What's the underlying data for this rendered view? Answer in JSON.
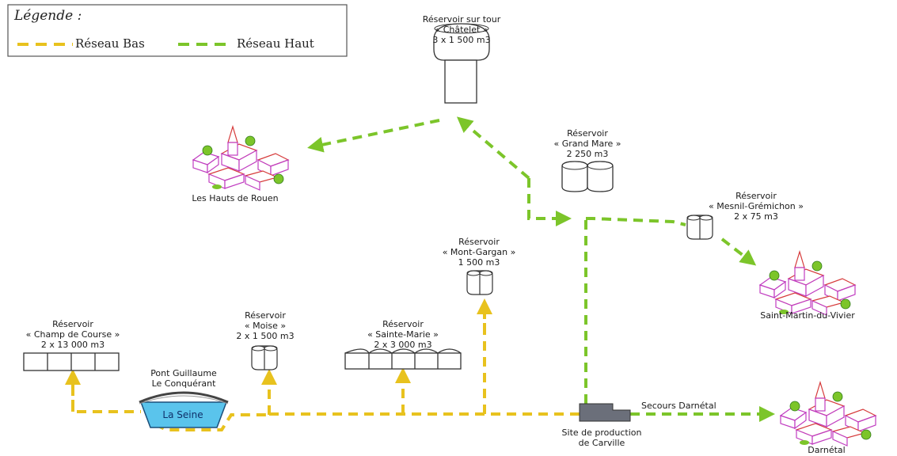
{
  "legend": {
    "title": "Légende :",
    "items": [
      {
        "label": "Réseau Bas",
        "color": "#e8c21e"
      },
      {
        "label": "Réseau Haut",
        "color": "#7cc52a"
      }
    ]
  },
  "reservoirs": {
    "chatelet": [
      "Réservoir sur tour",
      "« Châtelet »",
      "3 x 1 500 m3"
    ],
    "grand_mare": [
      "Réservoir",
      "« Grand Mare »",
      "2 250 m3"
    ],
    "mesnil": [
      "Réservoir",
      "« Mesnil-Grémichon »",
      "2 x 75 m3"
    ],
    "mont_gargan": [
      "Réservoir",
      "« Mont-Gargan »",
      "1 500 m3"
    ],
    "champ_de_course": [
      "Réservoir",
      "« Champ de Course »",
      "2 x 13 000 m3"
    ],
    "moise": [
      "Réservoir",
      "« Moise »",
      "2 x 1 500 m3"
    ],
    "sainte_marie": [
      "Réservoir",
      "« Sainte-Marie »",
      "2 x 3 000 m3"
    ]
  },
  "places": {
    "hauts_rouen": "Les Hauts de Rouen",
    "saint_martin": "Saint-Martin-du-Vivier",
    "darnetal": "Darnétal"
  },
  "pont": [
    "Pont Guillaume",
    "Le Conquérant"
  ],
  "seine": "La Seine",
  "site": [
    "Site de production",
    "de Carville"
  ],
  "secours": "Secours Darnétal",
  "colors": {
    "low": "#e8c21e",
    "high": "#7cc52a",
    "water": "#5ac4ec",
    "roof": "#d63a3a",
    "wall": "#c03cc0",
    "building": "#6b6f7a"
  }
}
